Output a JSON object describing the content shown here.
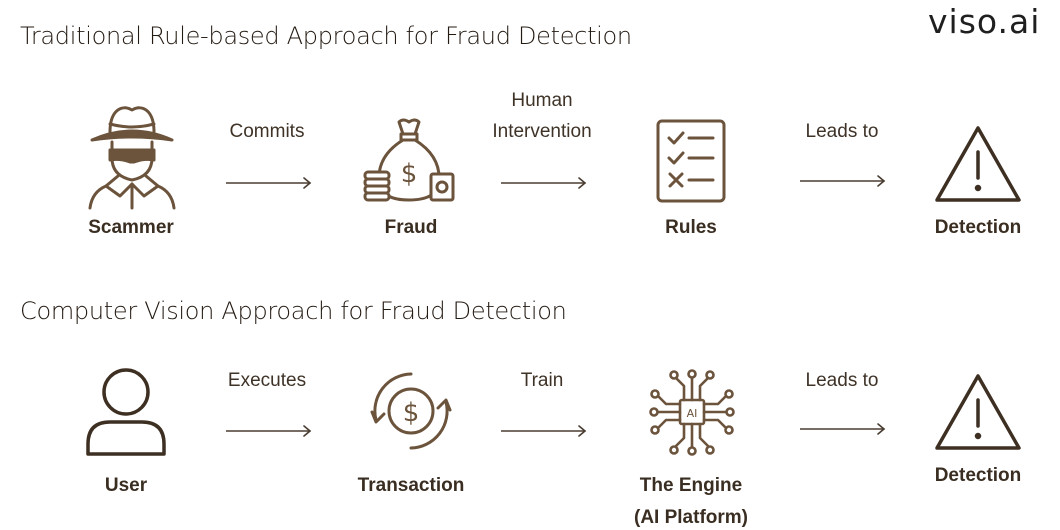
{
  "brand": {
    "logo_text": "viso.ai"
  },
  "colors": {
    "icon_stroke": "#6b533c",
    "text": "#3a2e22",
    "arrow": "#4a3d31"
  },
  "rows": [
    {
      "title": "Traditional Rule-based Approach for Fraud Detection",
      "nodes": [
        {
          "label": "Scammer",
          "icon": "scammer-icon"
        },
        {
          "label": "Fraud",
          "icon": "money-bag-icon"
        },
        {
          "label": "Rules",
          "icon": "checklist-icon"
        },
        {
          "label": "Detection",
          "icon": "warning-triangle-icon"
        }
      ],
      "arrows": [
        {
          "label_line1": "",
          "label_line2": "Commits"
        },
        {
          "label_line1": "Human",
          "label_line2": "Intervention"
        },
        {
          "label_line1": "",
          "label_line2": "Leads to"
        }
      ]
    },
    {
      "title": "Computer Vision Approach for Fraud Detection",
      "nodes": [
        {
          "label": "User",
          "icon": "user-icon"
        },
        {
          "label": "Transaction",
          "icon": "transaction-icon"
        },
        {
          "label": "The Engine",
          "label_line2": "(AI Platform)",
          "icon": "ai-chip-icon"
        },
        {
          "label": "Detection",
          "icon": "warning-triangle-icon"
        }
      ],
      "arrows": [
        {
          "label": "Executes"
        },
        {
          "label": "Train"
        },
        {
          "label": "Leads to"
        }
      ]
    }
  ]
}
